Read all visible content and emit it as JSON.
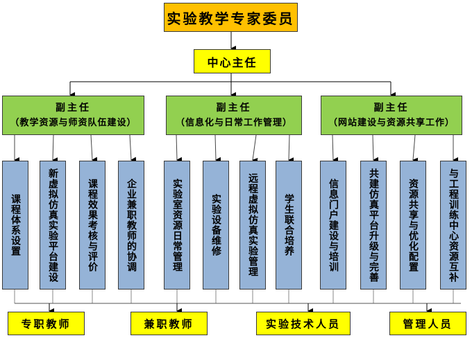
{
  "title": "实验教学专家委员",
  "center_director": "中心主任",
  "vice_directors": [
    {
      "title": "副主任",
      "subtitle": "（教学资源与师资队伍建设）",
      "tasks": [
        "课程体系设置",
        "新虚拟仿真实验平台建设",
        "课程效果考核与评价",
        "企业兼职教师的协调"
      ]
    },
    {
      "title": "副主任",
      "subtitle": "（信息化与日常工作管理）",
      "tasks": [
        "实验室资源日常管理",
        "实验设备维修",
        "远程虚拟仿真实验管理",
        "学生联合培养"
      ]
    },
    {
      "title": "副主任",
      "subtitle": "（网站建设与资源共享工作）",
      "tasks": [
        "信息门户建设与培训",
        "共建仿真平台升级与完善",
        "资源共享与优化配置",
        "与工程训练中心资源互补"
      ]
    }
  ],
  "staff": [
    "专职教师",
    "兼职教师",
    "实验技术人员",
    "管理人员"
  ],
  "colors": {
    "top": "#ffc000",
    "center": "#ffff00",
    "vice": "#92d050",
    "task": "#95b3d7",
    "staff": "#ffff00"
  }
}
